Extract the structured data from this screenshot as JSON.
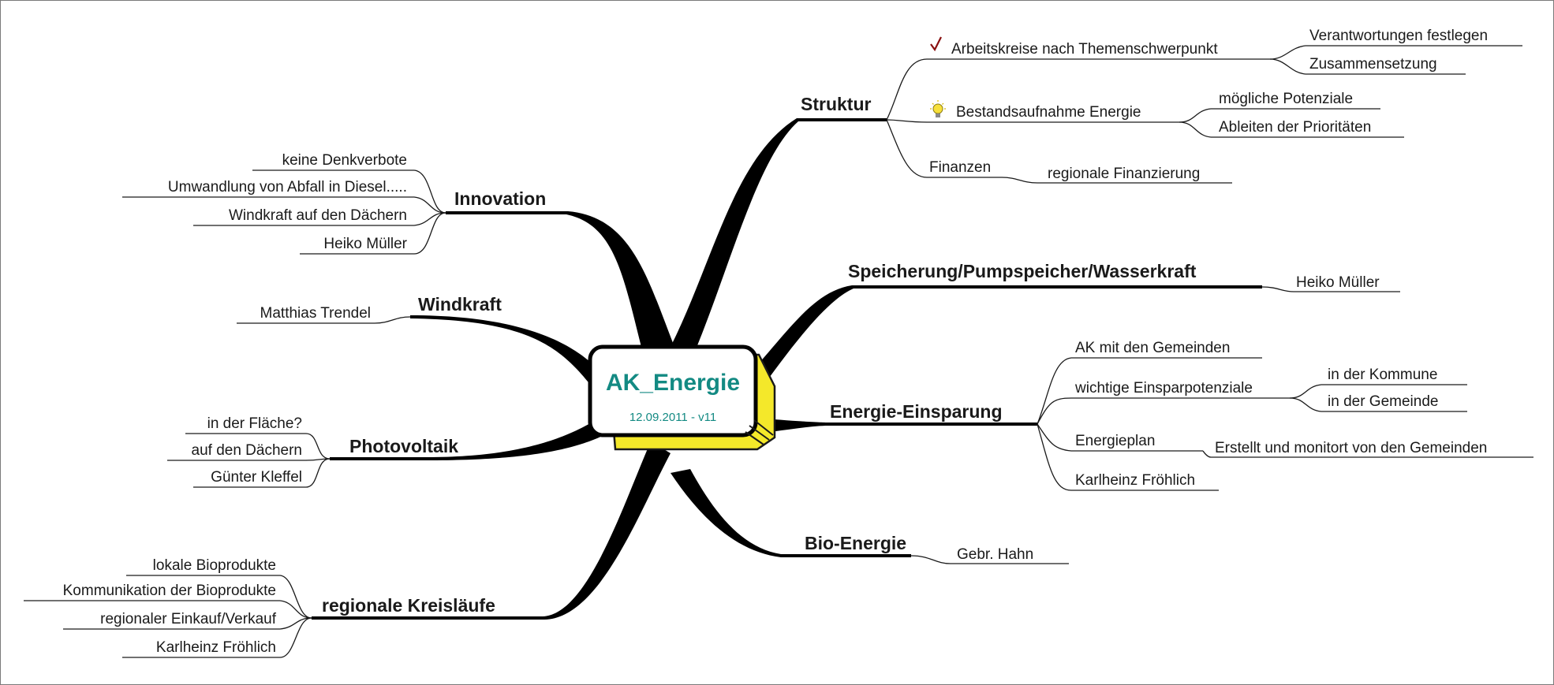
{
  "center": {
    "title": "AK_Energie",
    "subtitle": "12.09.2011 - v11",
    "title_color": "#138a83",
    "box_color": "#f4e82a"
  },
  "branches": {
    "struktur": {
      "label": "Struktur",
      "arbeitskreise": {
        "label": "Arbeitskreise nach Themenschwerpunkt",
        "icon": "checkmark-icon",
        "children": [
          "Verantwortungen festlegen",
          "Zusammensetzung"
        ]
      },
      "bestand": {
        "label": "Bestandsaufnahme Energie",
        "icon": "lightbulb-icon",
        "children": [
          "mögliche Potenziale",
          "Ableiten der Prioritäten"
        ]
      },
      "finanzen": {
        "label": "Finanzen",
        "children": [
          "regionale Finanzierung"
        ]
      }
    },
    "speicherung": {
      "label": "Speicherung/Pumpspeicher/Wasserkraft",
      "children": [
        "Heiko Müller"
      ]
    },
    "einsparung": {
      "label": "Energie-Einsparung",
      "ak_gemeinden": "AK mit den Gemeinden",
      "wichtige": {
        "label": "wichtige Einsparpotenziale",
        "children": [
          "in der Kommune",
          "in der Gemeinde"
        ]
      },
      "energieplan": {
        "label": "Energieplan",
        "children": [
          "Erstellt und monitort von den Gemeinden"
        ]
      },
      "karlheinz": "Karlheinz Fröhlich"
    },
    "bio": {
      "label": "Bio-Energie",
      "children": [
        "Gebr. Hahn"
      ]
    },
    "innovation": {
      "label": "Innovation",
      "children": [
        "keine Denkverbote",
        "Umwandlung von Abfall in Diesel.....",
        "Windkraft auf den Dächern",
        "Heiko Müller"
      ]
    },
    "windkraft": {
      "label": "Windkraft",
      "children": [
        "Matthias Trendel"
      ]
    },
    "photovoltaik": {
      "label": "Photovoltaik",
      "children": [
        "in der Fläche?",
        "auf den Dächern",
        "Günter Kleffel"
      ]
    },
    "kreislaeufe": {
      "label": "regionale Kreisläufe",
      "children": [
        "lokale Bioprodukte",
        "Kommunikation der Bioprodukte",
        "regionaler Einkauf/Verkauf",
        "Karlheinz Fröhlich"
      ]
    }
  }
}
